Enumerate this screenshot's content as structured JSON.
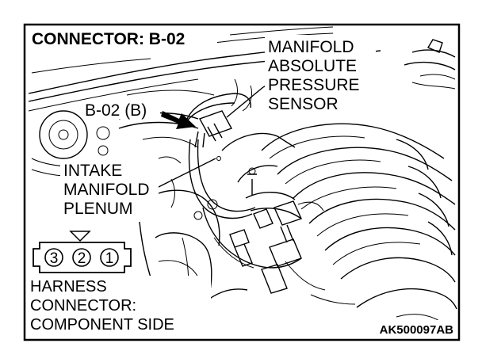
{
  "title": "CONNECTOR: B-02",
  "sensor_label_lines": [
    "MANIFOLD",
    "ABSOLUTE",
    "PRESSURE",
    "SENSOR"
  ],
  "connector_callout": "B-02 (B)",
  "plenum_label_lines": [
    "INTAKE",
    "MANIFOLD",
    "PLENUM"
  ],
  "harness_label_lines": [
    "HARNESS",
    "CONNECTOR:",
    "COMPONENT SIDE"
  ],
  "connector_pins": [
    "3",
    "2",
    "1"
  ],
  "figure_code": "AK500097AB",
  "colors": {
    "ink": "#000000",
    "paper": "#ffffff"
  }
}
